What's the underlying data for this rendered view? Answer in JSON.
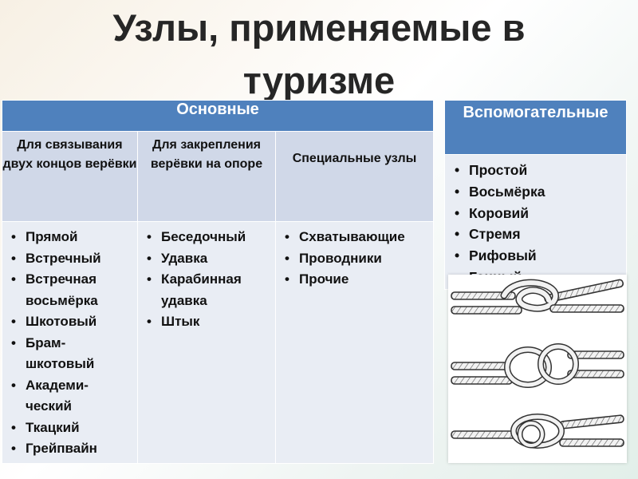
{
  "title": "Узлы, применяемые в туризме",
  "main_table": {
    "header": "Основные",
    "columns": [
      {
        "heading": "Для связывания двух концов верёвки",
        "items": [
          "Прямой",
          "Встречный",
          "Встречная восьмёрка",
          "Шкотовый",
          "Брам-шкотовый",
          "Академи-ческий",
          "Ткацкий",
          "Грейпвайн"
        ]
      },
      {
        "heading": "Для закрепления верёвки на опоре",
        "items": [
          "Беседочный",
          "Удавка",
          "Карабинная удавка",
          "Штык"
        ]
      },
      {
        "heading": "Специальные узлы",
        "items": [
          "Схватывающие",
          "Проводники",
          "Прочие"
        ]
      }
    ]
  },
  "aux_table": {
    "header": "Вспомогательные",
    "items": [
      "Простой",
      "Восьмёрка",
      "Коровий",
      "Стремя",
      "Рифовый",
      "Ганный"
    ]
  },
  "illustration": {
    "icon": "rope-knots-illustration",
    "colors": {
      "rope_fill": "#f2f2f2",
      "rope_stroke": "#333333"
    }
  },
  "colors": {
    "header_blue": "#4f81bd",
    "subheader": "#d0d8e8",
    "body": "#e9edf4",
    "title_text": "#262626"
  }
}
